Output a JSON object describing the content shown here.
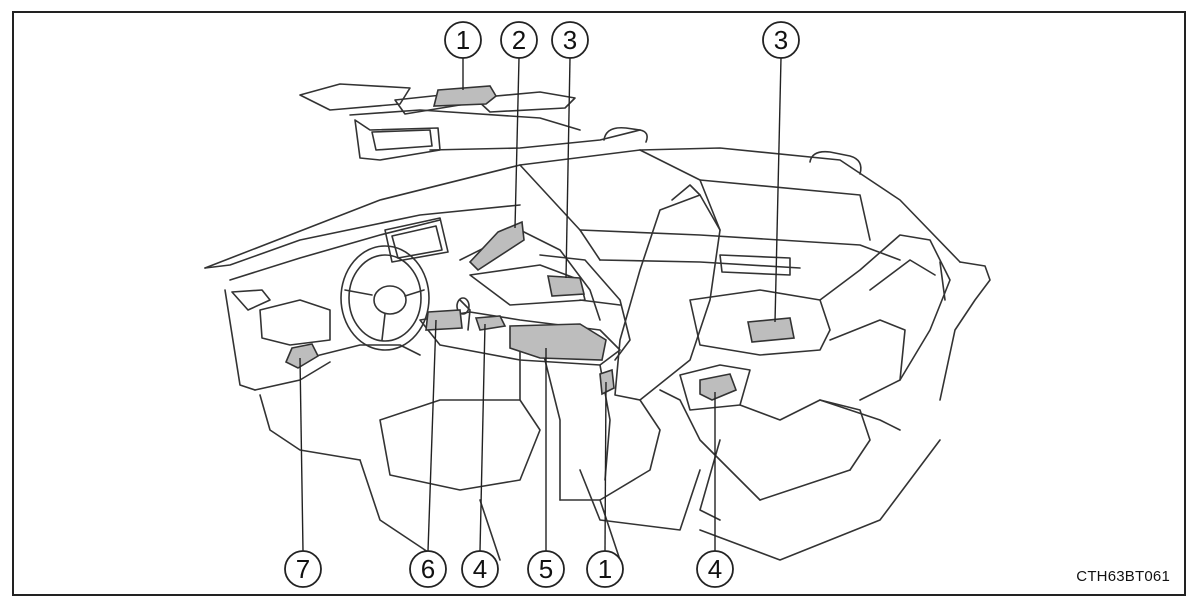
{
  "figure_code": "CTH63BT061",
  "callouts": [
    {
      "id": "c-1-top",
      "label": "1"
    },
    {
      "id": "c-2",
      "label": "2"
    },
    {
      "id": "c-3-front",
      "label": "3"
    },
    {
      "id": "c-3-rear",
      "label": "3"
    },
    {
      "id": "c-7",
      "label": "7"
    },
    {
      "id": "c-6",
      "label": "6"
    },
    {
      "id": "c-4-front",
      "label": "4"
    },
    {
      "id": "c-5",
      "label": "5"
    },
    {
      "id": "c-1-bottom",
      "label": "1"
    },
    {
      "id": "c-4-rear",
      "label": "4"
    }
  ],
  "colors": {
    "line": "#333333",
    "highlight": "#bdbdbd",
    "background": "#ffffff"
  }
}
